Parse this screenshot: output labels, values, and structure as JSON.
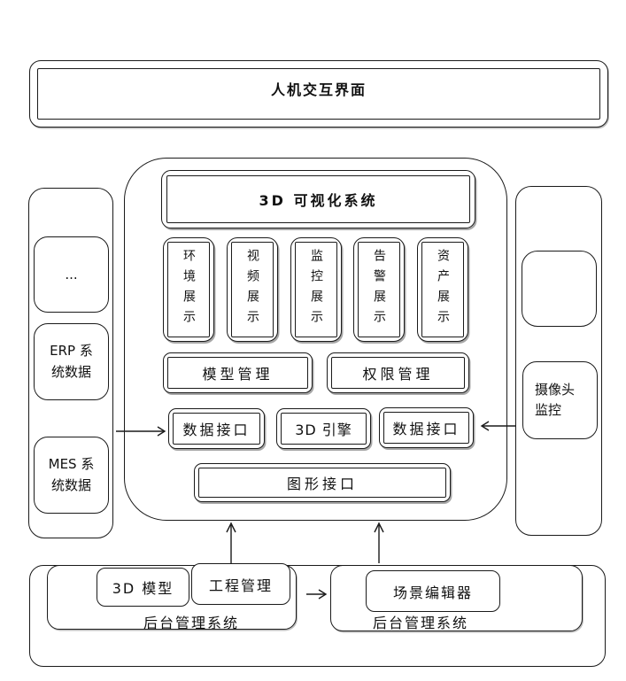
{
  "colors": {
    "stroke": "#1a1a1a",
    "background": "#ffffff",
    "shadow": "#a7a7a7"
  },
  "header": {
    "title": "人机交互界面"
  },
  "visualization": {
    "title": "3D 可视化系统",
    "displays": [
      "环境展示",
      "视频展示",
      "监控展示",
      "告警展示",
      "资产展示"
    ],
    "management": [
      "模型管理",
      "权限管理"
    ],
    "interfaces": [
      "数据接口",
      "3D 引擎",
      "数据接口"
    ],
    "graphics_interface": "图形接口"
  },
  "left_panel": {
    "items": [
      {
        "line1": "...",
        "line2": ""
      },
      {
        "line1": "ERP 系",
        "line2": "统数据"
      },
      {
        "line1": "MES 系",
        "line2": "统数据"
      }
    ]
  },
  "right_panel": {
    "camera": {
      "line1": "摄像头",
      "line2": "监控"
    }
  },
  "backend": {
    "left": {
      "label": "后台管理系统",
      "modules": [
        "3D 模型",
        "工程管理"
      ]
    },
    "right": {
      "label": "后台管理系统",
      "modules": [
        "场景编辑器"
      ]
    }
  }
}
